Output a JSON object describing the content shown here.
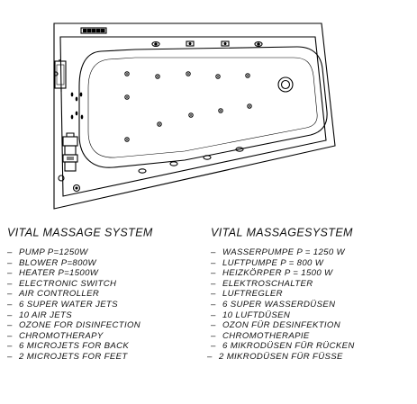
{
  "english": {
    "title": "VITAL MASSAGE SYSTEM",
    "items": [
      "PUMP P=1250W",
      "BLOWER P=800W",
      "HEATER P=1500W",
      "ELECTRONIC SWITCH",
      "AIR CONTROLLER",
      "6 SUPER WATER JETS",
      "10 AIR JETS",
      "OZONE FOR DISINFECTION",
      "CHROMOTHERAPY",
      "6 MICROJETS FOR BACK",
      "2 MICROJETS FOR FEET"
    ]
  },
  "german": {
    "title": "VITAL MASSAGESYSTEM",
    "items": [
      "WASSERPUMPE P = 1250 W",
      "LUFTPUMPE P = 800 W",
      "HEIZKÖRPER P = 1500 W",
      "ELEKTROSCHALTER",
      "LUFTREGLER",
      "6 SUPER WASSERDÜSEN",
      "10 LUFTDÜSEN",
      "OZON FÜR DESINFEKTION",
      "CHROMOTHERAPIE",
      "6 MIKRODÜSEN FÜR RÜCKEN",
      "2 MIKRODÜSEN FÜR FÜSSE"
    ]
  },
  "list_marker": "–"
}
